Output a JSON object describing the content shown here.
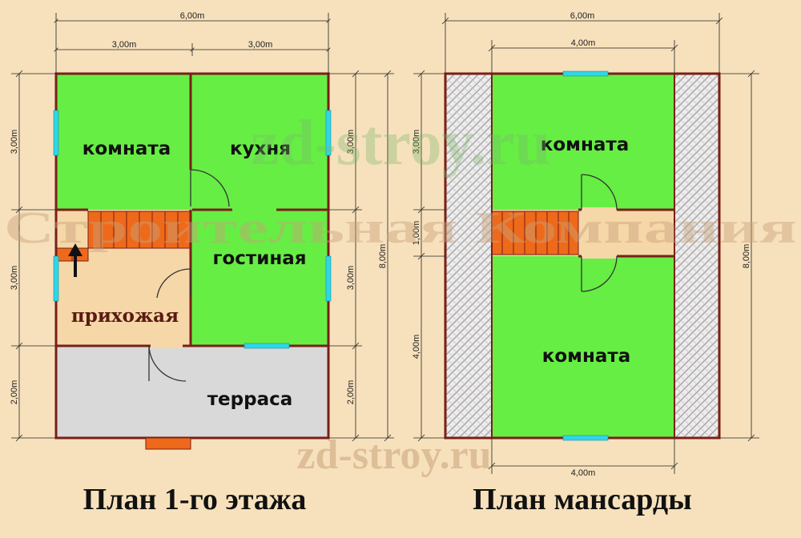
{
  "plans": {
    "first_floor": {
      "title": "План 1-го этажа",
      "overall_width": "6,00m",
      "left_width": "3,00m",
      "right_width": "3,00m",
      "left_heights": [
        "3,00m",
        "3,00m",
        "2,00m"
      ],
      "right_heights": [
        "3,00m",
        "3,00m",
        "2,00m"
      ],
      "total_height": "8,00m",
      "rooms": {
        "room": "комната",
        "kitchen": "кухня",
        "living": "гостиная",
        "hall": "прихожая",
        "terrace": "терраса"
      }
    },
    "attic": {
      "title": "План мансарды",
      "overall_width": "6,00m",
      "inner_width_top": "4,00m",
      "inner_width_bottom": "4,00m",
      "left_heights": [
        "3,00m",
        "1,00m",
        "4,00m"
      ],
      "total_height": "8,00m",
      "rooms": {
        "top": "комната",
        "bottom": "комната"
      }
    }
  },
  "watermarks": {
    "site_top": "zd-stroy.ru",
    "company": "Строительная Компания",
    "site_bottom": "zd-stroy.ru"
  },
  "colors": {
    "background": "#f7e1bc",
    "room_fill": "#66ee44",
    "hall_fill": "#f5d7a8",
    "terrace_fill": "#d9d9d9",
    "wall": "#7a1f17",
    "stairs": "#ee6a1a",
    "window": "#2fd6e8"
  },
  "icons": [
    "up-arrow-icon"
  ]
}
